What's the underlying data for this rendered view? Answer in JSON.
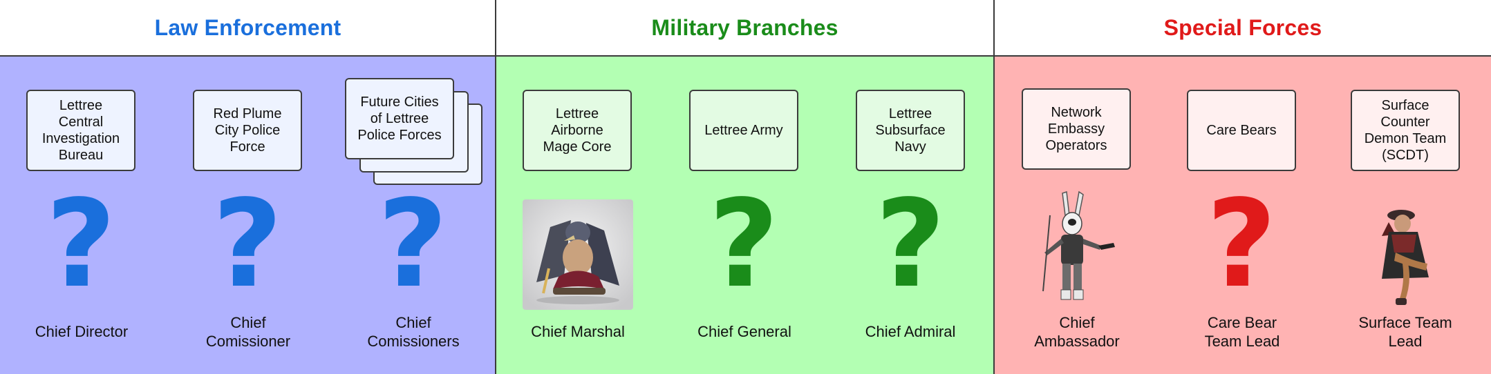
{
  "sections": [
    {
      "title": "Law Enforcement",
      "title_color": "#1a6fdc",
      "background": "#b0b2ff",
      "units": [
        {
          "name": "Lettree\nCentral\nInvestigation\nBureau",
          "role": "Chief Director",
          "image": "question-mark"
        },
        {
          "name": "Red Plume\nCity Police\nForce",
          "role": "Chief\nComissioner",
          "image": "question-mark"
        },
        {
          "name": "Future Cities\nof Lettree\nPolice Forces",
          "role": "Chief\nComissioners",
          "image": "question-mark"
        }
      ],
      "box_fill": "#eef3ff"
    },
    {
      "title": "Military Branches",
      "title_color": "#1a8c1a",
      "background": "#b3ffb3",
      "units": [
        {
          "name": "Lettree\nAirborne\nMage Core",
          "role": "Chief Marshal",
          "image": "portrait-winged-bird-warrior"
        },
        {
          "name": "Lettree Army",
          "role": "Chief General",
          "image": "question-mark"
        },
        {
          "name": "Lettree\nSubsurface\nNavy",
          "role": "Chief Admiral",
          "image": "question-mark"
        }
      ],
      "box_fill": "#e3fbe3"
    },
    {
      "title": "Special Forces",
      "title_color": "#e01a1a",
      "background": "#ffb3b3",
      "units": [
        {
          "name": "Network\nEmbassy\nOperators",
          "role": "Chief\nAmbassador",
          "image": "portrait-rabbit-gunslinger"
        },
        {
          "name": "Care Bears",
          "role": "Care Bear\nTeam Lead",
          "image": "question-mark"
        },
        {
          "name": "Surface\nCounter\nDemon Team\n(SCDT)",
          "role": "Surface Team\nLead",
          "image": "portrait-caped-sitting-figure"
        }
      ],
      "box_fill": "#fff0f0"
    }
  ],
  "question_glyph": "?"
}
